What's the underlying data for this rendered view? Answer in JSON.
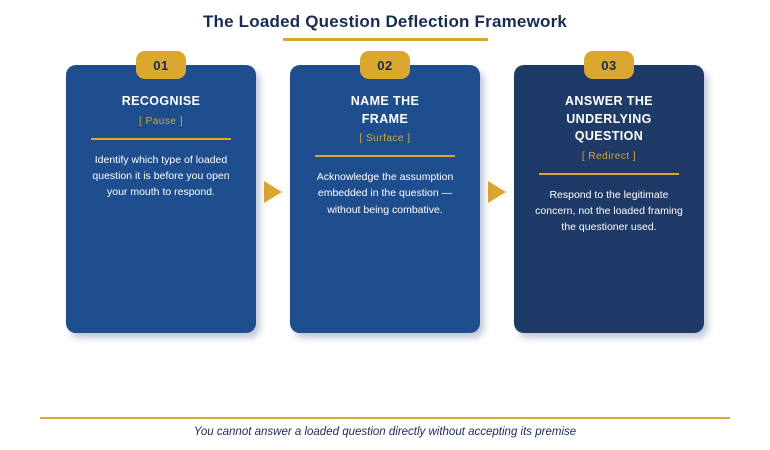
{
  "title": "The Loaded Question Deflection Framework",
  "colors": {
    "gold": "#DBA72E",
    "cardBlue": "#1F4E8E",
    "cardNavy": "#1E3A66",
    "navyText": "#1A2B52"
  },
  "steps": [
    {
      "number": "01",
      "heading": "RECOGNISE",
      "tag": "[ Pause ]",
      "body": "Identify which type of loaded question it is before you open your mouth to respond."
    },
    {
      "number": "02",
      "heading": "NAME THE FRAME",
      "tag": "[ Surface ]",
      "body": "Acknowledge the assumption embedded in the question — without being combative."
    },
    {
      "number": "03",
      "heading": "ANSWER THE UNDERLYING QUESTION",
      "tag": "[ Redirect ]",
      "body": "Respond to the legitimate concern, not the loaded framing the questioner used."
    }
  ],
  "footer_quote": "You cannot answer a loaded question directly without accepting its premise"
}
